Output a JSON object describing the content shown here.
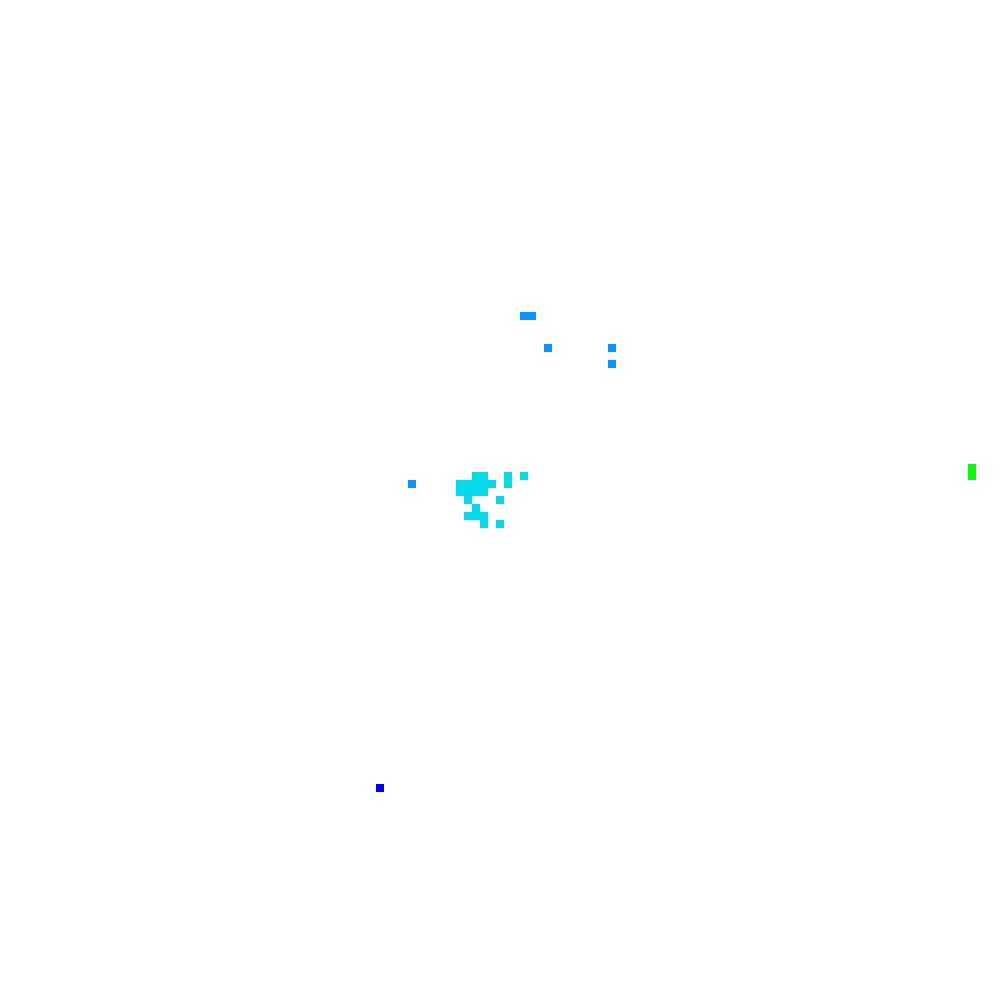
{
  "chart_data": {
    "type": "heatmap",
    "title": "",
    "xlabel": "",
    "ylabel": "",
    "grid": false,
    "legend": "none",
    "background": "#ffffff",
    "colormap": [
      "#0000ff",
      "#0096ff",
      "#00ebe6",
      "#00ff00"
    ],
    "value_range": [
      0,
      1
    ],
    "grid_shape": [
      125,
      125
    ],
    "cells": [
      {
        "col": 65,
        "row": 39,
        "v": 0.33
      },
      {
        "col": 66,
        "row": 39,
        "v": 0.33
      },
      {
        "col": 68,
        "row": 43,
        "v": 0.33
      },
      {
        "col": 76,
        "row": 43,
        "v": 0.33
      },
      {
        "col": 76,
        "row": 45,
        "v": 0.33
      },
      {
        "col": 51,
        "row": 60,
        "v": 0.33
      },
      {
        "col": 59,
        "row": 59,
        "v": 0.6
      },
      {
        "col": 60,
        "row": 59,
        "v": 0.6
      },
      {
        "col": 63,
        "row": 59,
        "v": 0.6
      },
      {
        "col": 65,
        "row": 59,
        "v": 0.6
      },
      {
        "col": 57,
        "row": 60,
        "v": 0.6
      },
      {
        "col": 58,
        "row": 60,
        "v": 0.6
      },
      {
        "col": 59,
        "row": 60,
        "v": 0.6
      },
      {
        "col": 60,
        "row": 60,
        "v": 0.6
      },
      {
        "col": 61,
        "row": 60,
        "v": 0.6
      },
      {
        "col": 63,
        "row": 60,
        "v": 0.6
      },
      {
        "col": 57,
        "row": 61,
        "v": 0.6
      },
      {
        "col": 58,
        "row": 61,
        "v": 0.6
      },
      {
        "col": 59,
        "row": 61,
        "v": 0.6
      },
      {
        "col": 60,
        "row": 61,
        "v": 0.6
      },
      {
        "col": 58,
        "row": 62,
        "v": 0.6
      },
      {
        "col": 62,
        "row": 62,
        "v": 0.6
      },
      {
        "col": 59,
        "row": 63,
        "v": 0.6
      },
      {
        "col": 58,
        "row": 64,
        "v": 0.6
      },
      {
        "col": 59,
        "row": 64,
        "v": 0.6
      },
      {
        "col": 60,
        "row": 64,
        "v": 0.6
      },
      {
        "col": 60,
        "row": 65,
        "v": 0.6
      },
      {
        "col": 62,
        "row": 65,
        "v": 0.6
      },
      {
        "col": 47,
        "row": 98,
        "v": 0.0
      },
      {
        "col": 121,
        "row": 58,
        "v": 1.0
      },
      {
        "col": 121,
        "row": 59,
        "v": 1.0
      }
    ]
  }
}
